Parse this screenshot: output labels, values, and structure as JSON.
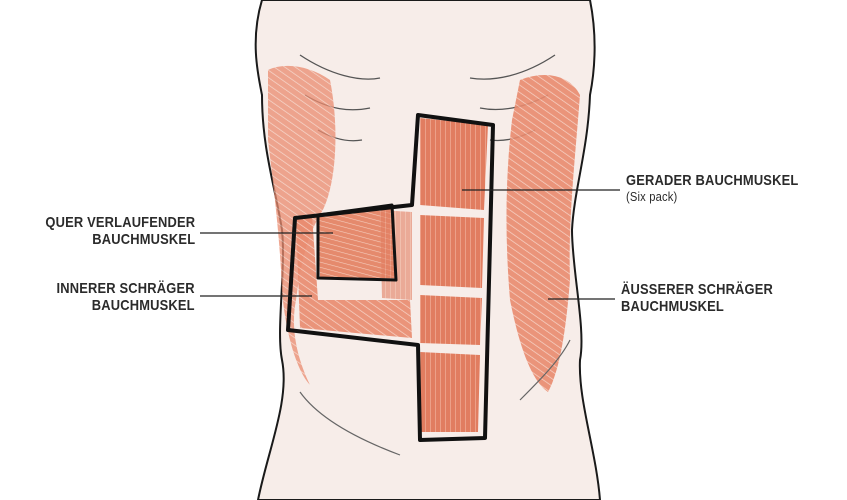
{
  "labels": {
    "rectus": {
      "line1": "GERADER BAUCHMUSKEL",
      "line2": "(Six pack)"
    },
    "transversus": {
      "line1": "QUER VERLAUFENDER",
      "line2": "BAUCHMUSKEL"
    },
    "internal_oblique": {
      "line1": "INNERER SCHRÄGER",
      "line2": "BAUCHMUSKEL"
    },
    "external_oblique": {
      "line1": "ÄUSSERER SCHRÄGER",
      "line2": "BAUCHMUSKEL"
    }
  },
  "colors": {
    "skin": "#f6ece7",
    "muscle": "#e98a6e",
    "muscle_light": "#f3c4b2",
    "outline": "#1a1a1a"
  }
}
